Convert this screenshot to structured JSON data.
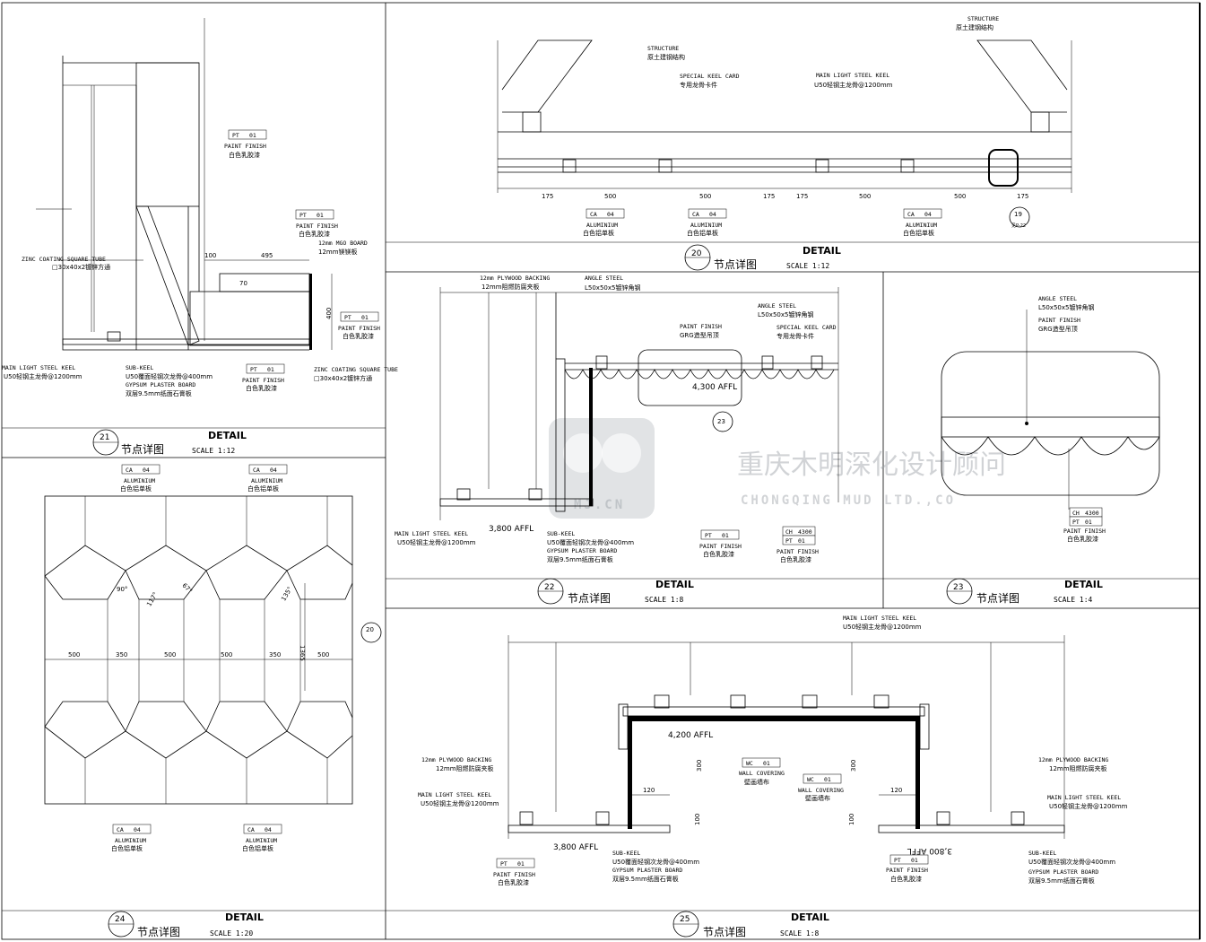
{
  "watermark": {
    "cn": "重庆木明深化设计顾问",
    "en": "CHONGQING MUD LTD.,CO",
    "logo_text": "MJ.CN"
  },
  "panels": {
    "p21": {
      "num": "21",
      "detail": "DETAIL",
      "cn": "节点详图",
      "scale": "SCALE 1:12"
    },
    "p20": {
      "num": "20",
      "detail": "DETAIL",
      "cn": "节点详图",
      "scale": "SCALE 1:12"
    },
    "p22": {
      "num": "22",
      "detail": "DETAIL",
      "cn": "节点详图",
      "scale": "SCALE 1:8"
    },
    "p23": {
      "num": "23",
      "detail": "DETAIL",
      "cn": "节点详图",
      "scale": "SCALE 1:4"
    },
    "p24": {
      "num": "24",
      "detail": "DETAIL",
      "cn": "节点详图",
      "scale": "SCALE 1:20"
    },
    "p25": {
      "num": "25",
      "detail": "DETAIL",
      "cn": "节点详图",
      "scale": "SCALE 1:8"
    }
  },
  "labels": {
    "paint_finish": "PAINT FINISH",
    "paint_cn": "白色乳胶漆",
    "aluminium": "ALUMINIUM",
    "alu_cn": "白色铝单板",
    "zinc": "ZINC COATING SQUARE TUBE",
    "zinc_cn": "□30x40x2镀锌方通",
    "mgo": "12mm MGO BOARD",
    "mgo_cn": "12mm镁镁板",
    "main_keel": "MAIN LIGHT STEEL KEEL",
    "main_keel_cn": "U50轻钢主龙骨@1200mm",
    "sub_keel": "SUB-KEEL",
    "sub_keel_cn": "U50覆面轻钢次龙骨@400mm",
    "gypsum": "GYPSUM PLASTER BOARD",
    "gypsum_cn": "双层9.5mm纸面石膏板",
    "structure": "STRUCTURE",
    "structure_cn": "原土建钢结构",
    "special_keel": "SPECIAL KEEL CARD",
    "special_keel_cn": "专用龙骨卡件",
    "plywood": "12mm PLYWOOD BACKING",
    "plywood_cn": "12mm阻燃防腐夹板",
    "angle": "ANGLE STEEL",
    "angle_cn": "L50x50x5镀锌角钢",
    "grg_cn": "GRG造型吊顶",
    "wall_cov": "WALL COVERING",
    "wall_cov_cn": "壁画墙布",
    "affl_4300": "4,300 AFFL",
    "affl_3800": "3,800 AFFL",
    "affl_4200": "4,200 AFFL"
  },
  "tags": {
    "pt": "PT",
    "ca": "CA",
    "ch": "CH",
    "wc": "WC",
    "n01": "01",
    "n04": "04",
    "n4300": "4300"
  },
  "dims": {
    "d175": "175",
    "d500": "500",
    "d350": "350",
    "d100": "100",
    "d495": "495",
    "d70": "70",
    "d400": "400",
    "d300": "300",
    "d120": "120",
    "d1365": "1365",
    "a90": "90°",
    "a117": "117°",
    "a67": "67°",
    "a135": "135°"
  },
  "refs": {
    "r19": "19",
    "r19b": "见P-22",
    "r20": "20",
    "r23": "23",
    "r23b": "-"
  }
}
